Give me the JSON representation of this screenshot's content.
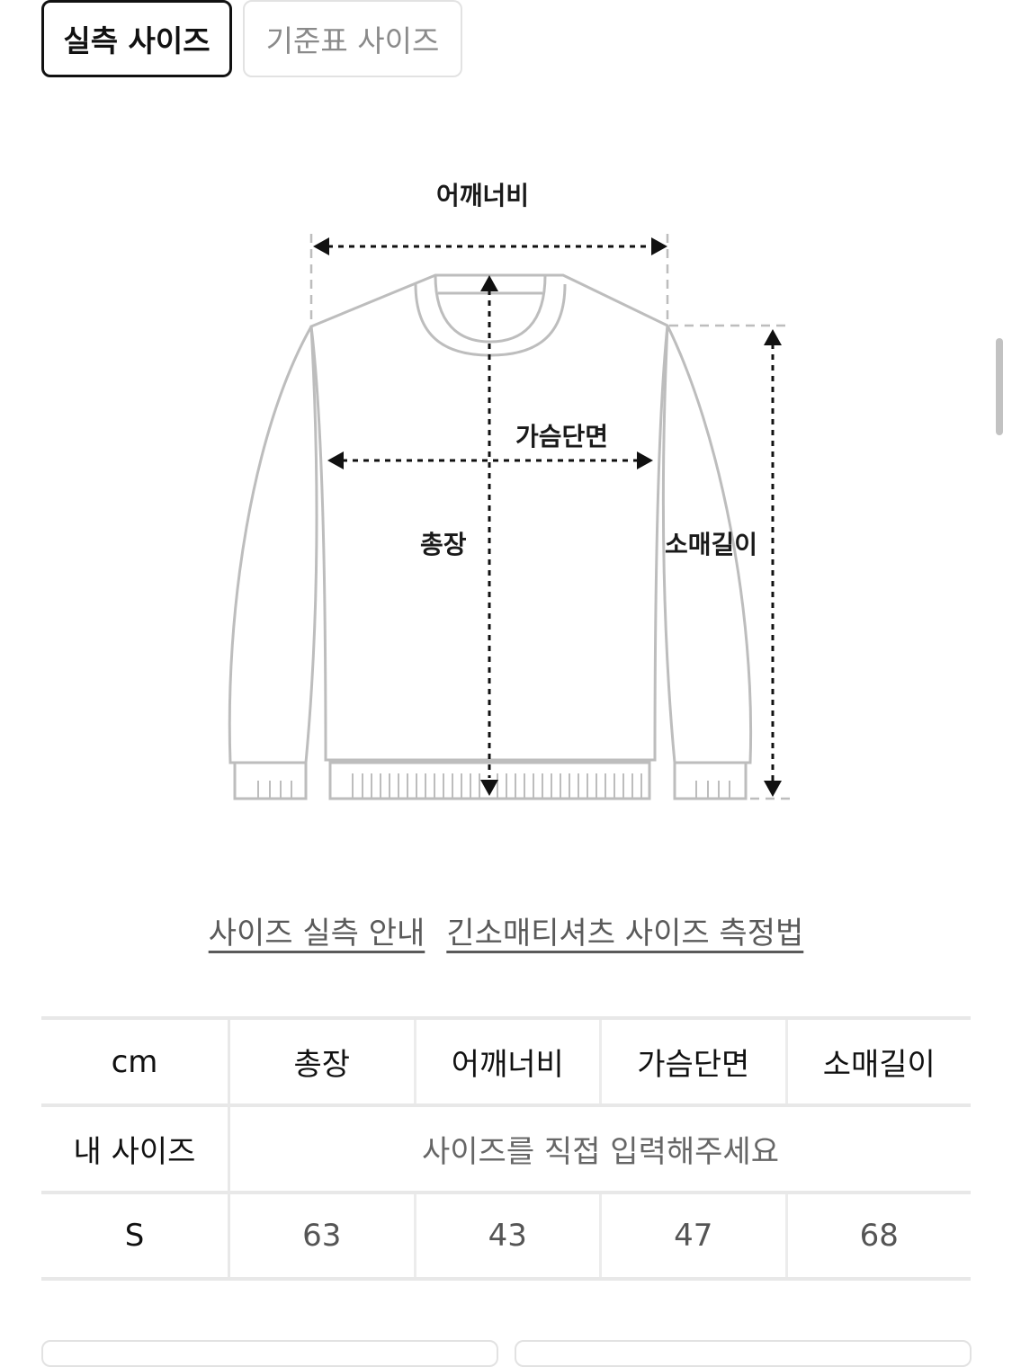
{
  "tabs": [
    {
      "label": "실측 사이즈",
      "active": true
    },
    {
      "label": "기준표 사이즈",
      "active": false
    }
  ],
  "diagram": {
    "labels": {
      "shoulder": "어깨너비",
      "chest": "가슴단면",
      "length": "총장",
      "sleeve": "소매길이"
    }
  },
  "links": [
    {
      "label": "사이즈 실측 안내"
    },
    {
      "label": "긴소매티셔츠 사이즈 측정법"
    }
  ],
  "table": {
    "unit": "cm",
    "columns": [
      "총장",
      "어깨너비",
      "가슴단면",
      "소매길이"
    ],
    "my_size": {
      "label": "내 사이즈",
      "placeholder": "사이즈를 직접 입력해주세요"
    },
    "rows": [
      {
        "size": "S",
        "values": [
          "63",
          "43",
          "47",
          "68"
        ]
      }
    ]
  },
  "colors": {
    "outline": "#bdbdbd",
    "arrow": "#111111",
    "active_border": "#111111",
    "inactive_border": "#e2e2e2",
    "table_border": "#e8e8e8"
  }
}
